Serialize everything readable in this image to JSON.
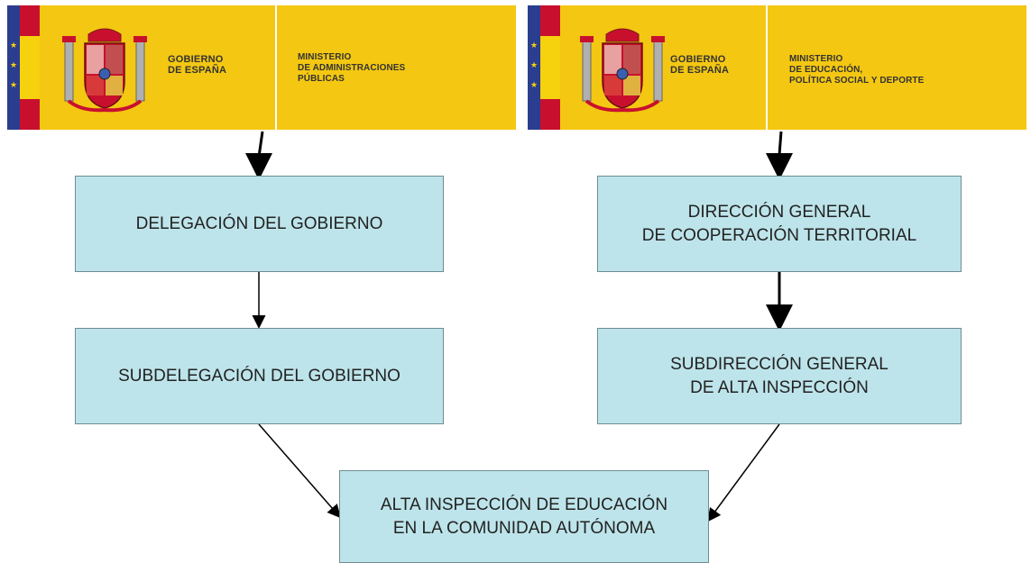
{
  "banners": [
    {
      "government": "GOBIERNO\nDE ESPAÑA",
      "ministry": "MINISTERIO\nDE ADMINISTRACIONES\nPÚBLICAS"
    },
    {
      "government": "GOBIERNO\nDE ESPAÑA",
      "ministry": "MINISTERIO\nDE EDUCACIÓN,\nPOLÍTICA SOCIAL Y DEPORTE"
    }
  ],
  "nodes": {
    "delegacion": "DELEGACIÓN DEL GOBIERNO",
    "subdelegacion": "SUBDELEGACIÓN DEL GOBIERNO",
    "direccion": "DIRECCIÓN GENERAL\nDE COOPERACIÓN TERRITORIAL",
    "subdireccion": "SUBDIRECCIÓN GENERAL\nDE ALTA INSPECCIÓN",
    "alta_inspeccion": "ALTA INSPECCIÓN DE EDUCACIÓN\nEN LA COMUNIDAD AUTÓNOMA"
  },
  "colors": {
    "banner_yellow": "#f4c712",
    "box_fill": "#bde4ea",
    "flag_red": "#c8102e",
    "eu_blue": "#2a3d8f"
  }
}
